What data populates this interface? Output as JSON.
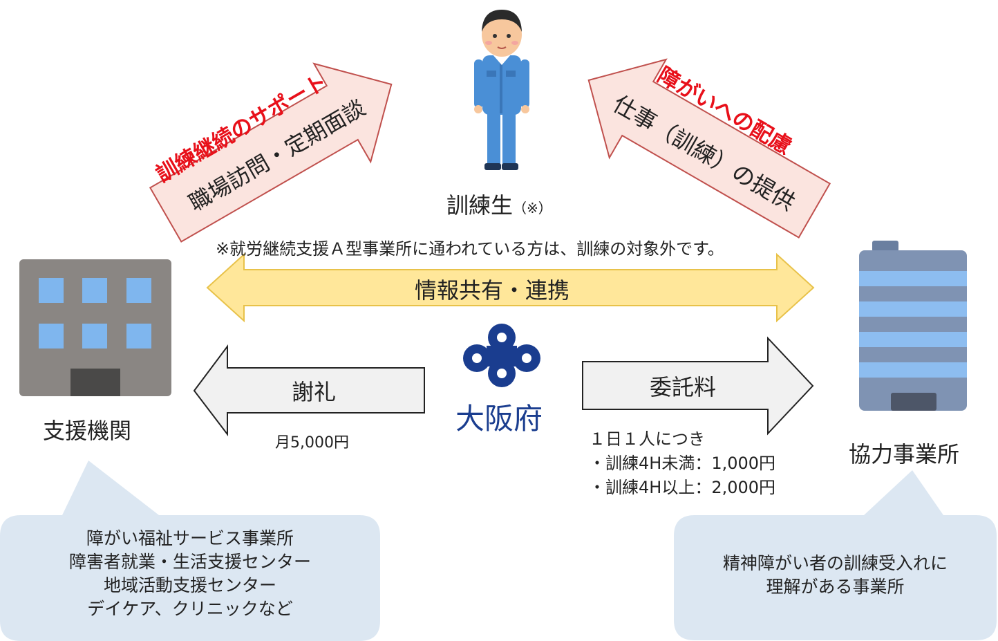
{
  "trainee": {
    "label": "訓練生",
    "note_mark": "（※）"
  },
  "note": "※就労継続支援Ａ型事業所に通われている方は、訓練の対象外です。",
  "left_arrow": {
    "title": "訓練継続のサポート",
    "text": "職場訪問・定期面談"
  },
  "right_arrow": {
    "title": "障がいへの配慮",
    "text": "仕事（訓練）の提供"
  },
  "share_arrow": {
    "text": "情報共有・連携"
  },
  "fee_left": {
    "text": "謝礼",
    "amount": "月5,000円"
  },
  "fee_right": {
    "text": "委託料",
    "lines": [
      "１日１人につき",
      "・訓練4H未満：1,000円",
      "・訓練4H以上：2,000円"
    ]
  },
  "osaka": {
    "label": "大阪府"
  },
  "support_org": {
    "label": "支援機関",
    "bubble": [
      "障がい福祉サービス事業所",
      "障害者就業・生活支援センター",
      "地域活動支援センター",
      "デイケア、クリニックなど"
    ]
  },
  "partner": {
    "label": "協力事業所",
    "bubble": [
      "精神障がい者の訓練受入れに",
      "理解がある事業所"
    ]
  },
  "colors": {
    "red_text": "#e8101a",
    "arrow_fill": "#fbe4df",
    "arrow_stroke": "#c0504d",
    "share_fill": "#ffe79a",
    "share_stroke": "#e8c24a",
    "gray_arrow_fill": "#f1f1f1",
    "bubble_fill": "#dce7f2",
    "osaka_blue": "#1a3d8f"
  }
}
